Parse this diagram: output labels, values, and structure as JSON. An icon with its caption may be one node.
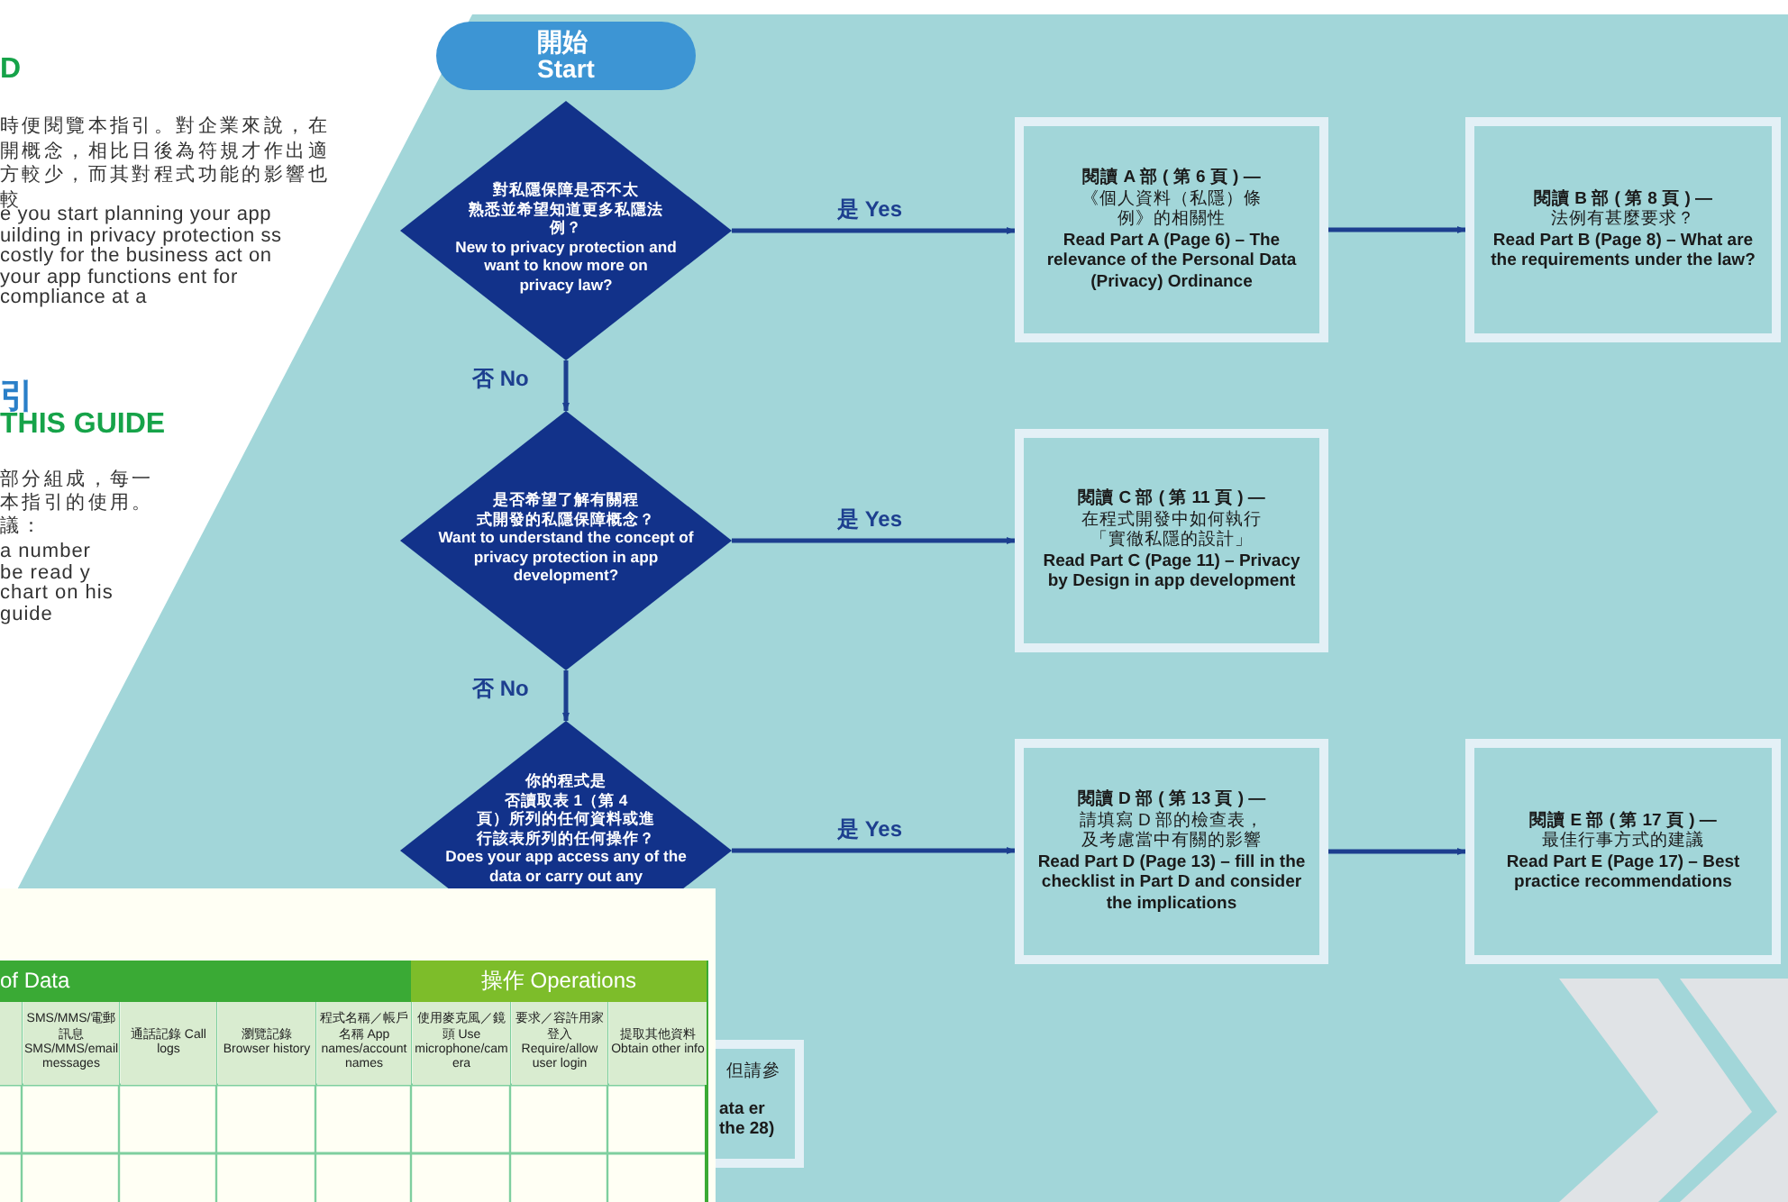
{
  "diagram": {
    "nodes": [
      {
        "text": [
          "開始",
          "Start"
        ]
      },
      {
        "text": [
          "對私隱保障是否不太熟悉並希望知道更多私隱法例？",
          "New to privacy protection and want to know more on privacy law?"
        ]
      },
      {
        "text": [
          "閱讀 A 部 ( 第 6 頁 ) —",
          "《個人資料（私隱）條例》的相關性",
          "Read Part A (Page 6) – The relevance of the Personal Data (Privacy) Ordinance"
        ]
      },
      {
        "text": [
          "閱讀 B 部 ( 第 8 頁 ) —",
          "法例有甚麼要求？",
          "Read Part B (Page 8) – What are the requirements under the law?"
        ]
      },
      {
        "text": [
          "是否希望了解有關程式開發的私隱保障概念？",
          "Want to understand the concept of privacy protection in app development?"
        ]
      },
      {
        "text": [
          "閱讀 C 部 ( 第 11 頁 ) —",
          "在程式開發中如何執行「實徹私隱的設計」",
          "Read Part C (Page 11) – Privacy by Design in app development"
        ]
      },
      {
        "text": [
          "你的程式是否讀取表 1（第 4 頁）所列的任何資料或進行該表所列的任何操作？",
          "Does your app access any of the data or carry out any"
        ]
      },
      {
        "text": [
          "閱讀 D 部 ( 第 13 頁 ) —",
          "請填寫 D 部的檢查表，及考慮當中有關的影響",
          "Read Part D (Page 13) – fill in the checklist in Part D and consider the implications"
        ]
      },
      {
        "text": [
          "閱讀 E 部 ( 第 17 頁 ) —",
          "最佳行事方式的建議",
          "Read Part E (Page 17) – Best practice recommendations"
        ]
      },
      {
        "text": [
          "但請參",
          "ata er the 28)"
        ]
      }
    ],
    "edges": [
      {
        "from": 1,
        "to": 2,
        "arrow": "to",
        "label": "是 Yes"
      },
      {
        "from": 2,
        "to": 3,
        "arrow": "to"
      },
      {
        "from": 1,
        "to": 4,
        "arrow": "to",
        "label": "否 No"
      },
      {
        "from": 4,
        "to": 5,
        "arrow": "to",
        "label": "是 Yes"
      },
      {
        "from": 4,
        "to": 6,
        "arrow": "to",
        "label": "否 No"
      },
      {
        "from": 6,
        "to": 7,
        "arrow": "to",
        "label": "是 Yes"
      },
      {
        "from": 7,
        "to": 8,
        "arrow": "to"
      }
    ],
    "labels": [
      "D",
      "時便閱覽本指引。對企業來說，在開概念，相比日後為符規才作出適方較少，而其對程式功能的影響也較",
      "e you start planning your app uilding in privacy protection ss costly for the business act on your app functions ent for compliance at a",
      "引",
      "THIS GUIDE",
      "部分組成，每一本指引的使用。議：",
      "a number be read y chart on his guide",
      "of Data",
      "操作 Operations",
      "SMS/MMS/電郵訊息 SMS/MMS/email messages",
      "通話記錄 Call logs",
      "瀏覽記錄 Browser history",
      "程式名稱／帳戶名稱 App names/account names",
      "使用麥克風／鏡頭 Use microphone/camera",
      "要求／容許用家登入 Require/allow user login",
      "提取其他資料 Obtain other info"
    ]
  }
}
